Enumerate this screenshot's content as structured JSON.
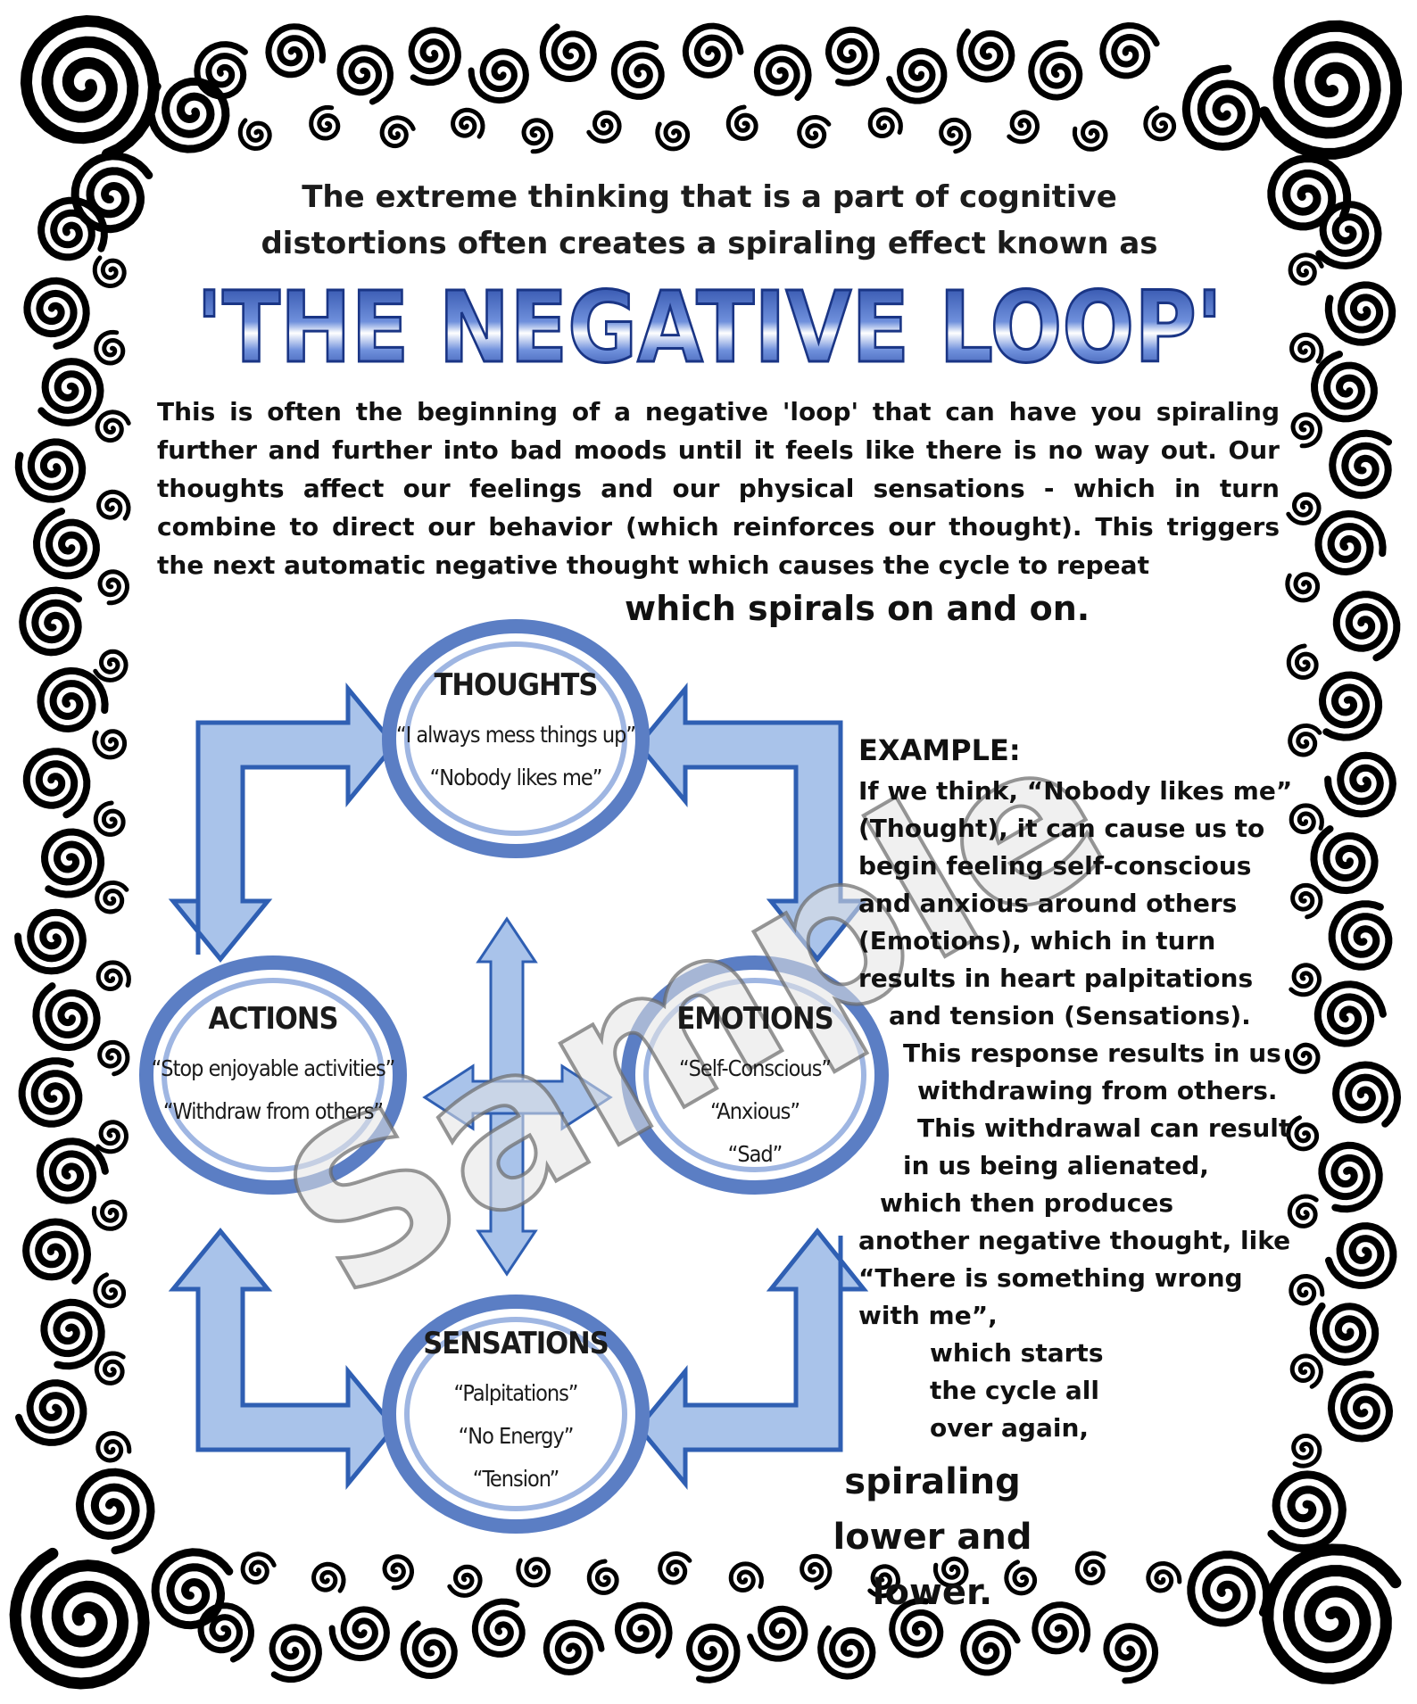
{
  "intro": {
    "line1": "The extreme thinking that is a part of cognitive",
    "line2": "distortions often creates a spiraling effect known as"
  },
  "title": "'THE NEGATIVE LOOP'",
  "paragraph": "This is often the beginning of a negative 'loop' that can have you spiraling further and further into bad moods until it feels like there is no way out. Our thoughts affect our feelings and our physical sensations - which in turn combine to direct our behavior (which reinforces our thought). This triggers the next automatic negative thought which causes the cycle to repeat",
  "tagline": "which spirals on and on.",
  "nodes": {
    "thoughts": {
      "title": "THOUGHTS",
      "lines": [
        "“I always mess things up”",
        "“Nobody likes me”"
      ]
    },
    "emotions": {
      "title": "EMOTIONS",
      "lines": [
        "“Self-Conscious”",
        "“Anxious”",
        "“Sad”"
      ]
    },
    "sensations": {
      "title": "SENSATIONS",
      "lines": [
        "“Palpitations”",
        "“No Energy”",
        "“Tension”"
      ]
    },
    "actions": {
      "title": "ACTIONS",
      "lines": [
        "“Stop enjoyable activities”",
        "“Withdraw from others”"
      ]
    }
  },
  "example": {
    "heading": "EXAMPLE:",
    "lines": [
      "If we think, “Nobody likes me”",
      "(Thought), it can cause us to",
      "begin feeling self-conscious",
      "and anxious around others",
      "(Emotions), which in turn",
      "results in heart palpitations",
      "and tension (Sensations).",
      "This response results in us",
      "withdrawing from others.",
      "This withdrawal can result",
      "in us being alienated,",
      "which then produces",
      "another negative thought, like",
      "“There is something wrong",
      "with me”,",
      "which starts",
      "the cycle all",
      "over again,"
    ]
  },
  "ending": {
    "lines": [
      "spiraling",
      "lower and",
      "lower."
    ]
  },
  "watermark": "Sample",
  "colors": {
    "title_blue": "#2a4fb5",
    "arrow_fill": "#a9c3ea",
    "arrow_stroke": "#2f5fb3",
    "ring": "#5b7ec4",
    "ring_inner": "#9fb6e2",
    "border": "#000000"
  }
}
